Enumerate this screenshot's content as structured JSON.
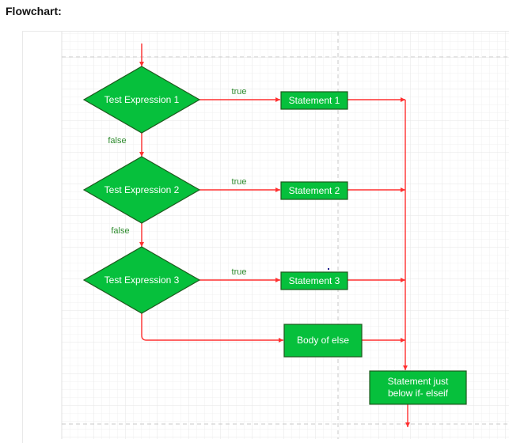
{
  "heading": "Flowchart:",
  "colors": {
    "node_fill": "#06c03c",
    "node_stroke": "#1e5a1e",
    "edge": "#ff3030",
    "edge_label": "#2e8b2e"
  },
  "nodes": {
    "test1": "Test Expression 1",
    "test2": "Test Expression 2",
    "test3": "Test Expression 3",
    "stmt1": "Statement 1",
    "stmt2": "Statement 2",
    "stmt3": "Statement 3",
    "else_body": "Body of else",
    "final_line1": "Statement just",
    "final_line2": "below if- elseif"
  },
  "edges": {
    "true1": "true",
    "true2": "true",
    "true3": "true",
    "false1": "false",
    "false2": "false"
  }
}
